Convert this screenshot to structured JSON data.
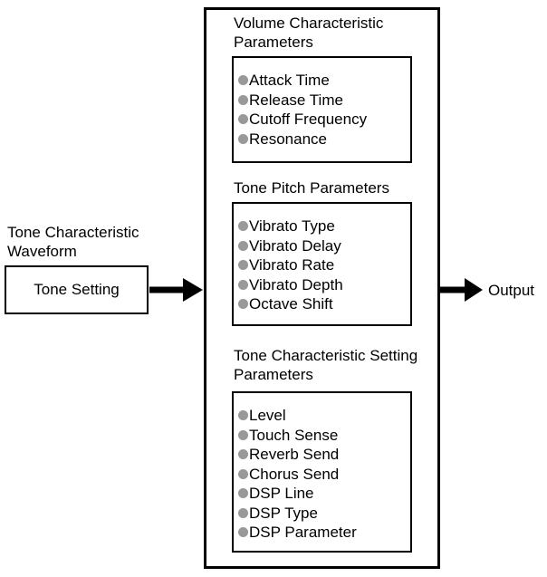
{
  "colors": {
    "line": "#000000",
    "bullet": "#999999",
    "bg": "#ffffff",
    "text": "#000000"
  },
  "diagram": {
    "source": {
      "label": "Tone Characteristic Waveform",
      "box_label": "Tone Setting"
    },
    "output_label": "Output",
    "sections": [
      {
        "title": "Volume Characteristic Parameters",
        "items": [
          "Attack Time",
          "Release Time",
          "Cutoff Frequency",
          "Resonance"
        ]
      },
      {
        "title": "Tone Pitch Parameters",
        "items": [
          "Vibrato Type",
          "Vibrato Delay",
          "Vibrato Rate",
          "Vibrato Depth",
          "Octave Shift"
        ]
      },
      {
        "title": "Tone Characteristic Setting Parameters",
        "items": [
          "Level",
          "Touch Sense",
          "Reverb Send",
          "Chorus Send",
          "DSP Line",
          "DSP Type",
          "DSP Parameter"
        ]
      }
    ]
  }
}
